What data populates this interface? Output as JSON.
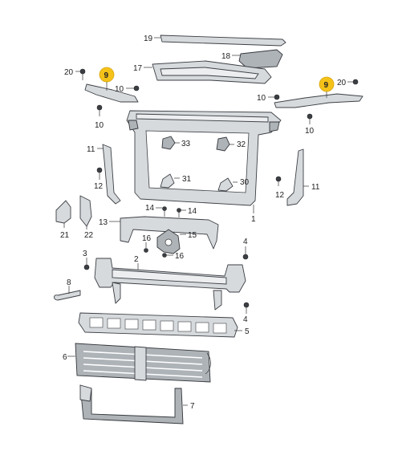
{
  "labels": {
    "p19": "19",
    "p17": "17",
    "p18": "18",
    "p20_left": "20",
    "p9_left": "9",
    "p10_a": "10",
    "p10_b": "10",
    "p20_right": "20",
    "p9_right": "9",
    "p10_c": "10",
    "p10_d": "10",
    "p11_left": "11",
    "p12_left": "12",
    "p33": "33",
    "p32": "32",
    "p31": "31",
    "p30": "30",
    "p12_right": "12",
    "p11_right": "11",
    "p21": "21",
    "p22": "22",
    "p14_a": "14",
    "p14_b": "14",
    "p1": "1",
    "p13": "13",
    "p16_a": "16",
    "p15": "15",
    "p16_b": "16",
    "p4_a": "4",
    "p3": "3",
    "p2": "2",
    "p8": "8",
    "p4_b": "4",
    "p5": "5",
    "p6": "6",
    "p7": "7"
  },
  "highlight_color": "#f5c21a"
}
